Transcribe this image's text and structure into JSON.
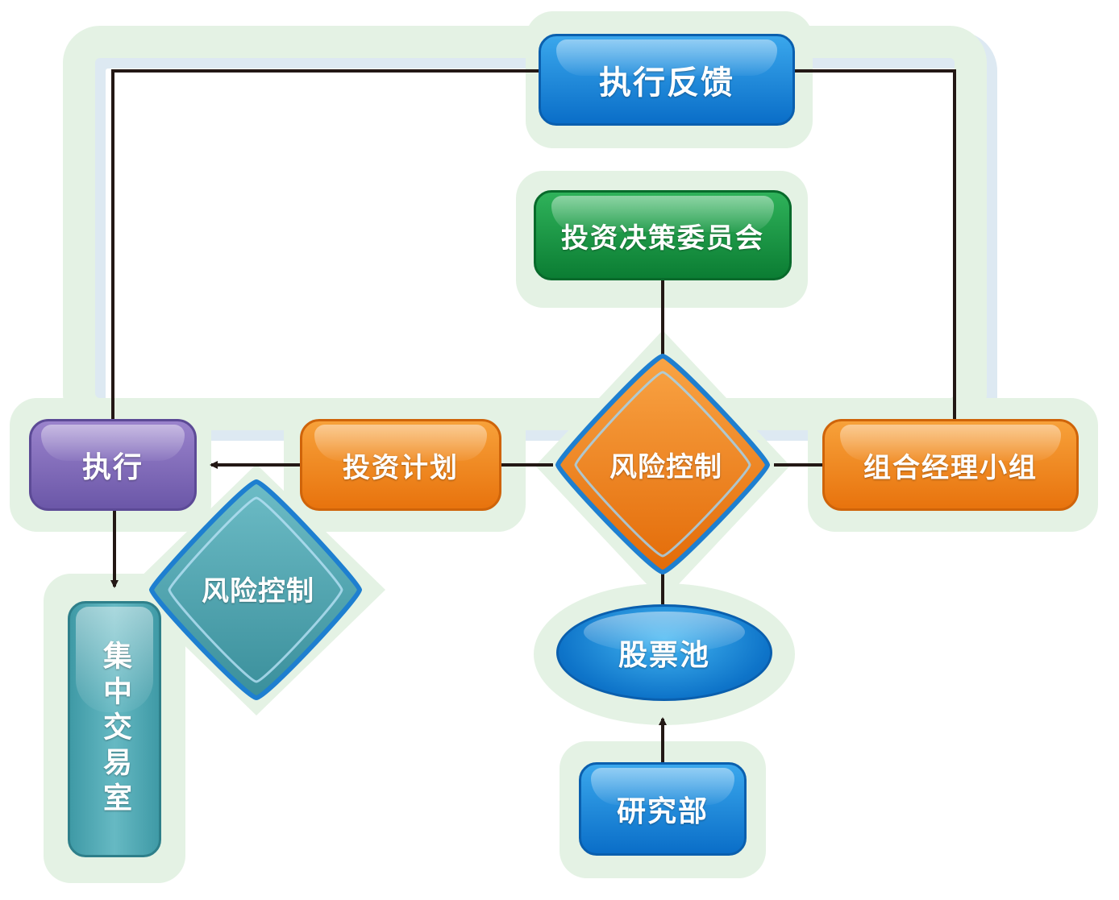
{
  "nodes": {
    "feedback": "执行反馈",
    "committee": "投资决策委员会",
    "execution": "执行",
    "plan": "投资计划",
    "risk_main": "风险控制",
    "group": "组合经理小组",
    "risk_side": "风险控制",
    "trading": "集中交易室",
    "pool": "股票池",
    "research": "研究部"
  },
  "colors": {
    "blue": "#0a6ec8",
    "green": "#0b7d33",
    "purple": "#6b57a8",
    "orange": "#e8730d",
    "teal": "#3f9aa6",
    "halo": "#e2f1e2",
    "connector": "#231815"
  }
}
